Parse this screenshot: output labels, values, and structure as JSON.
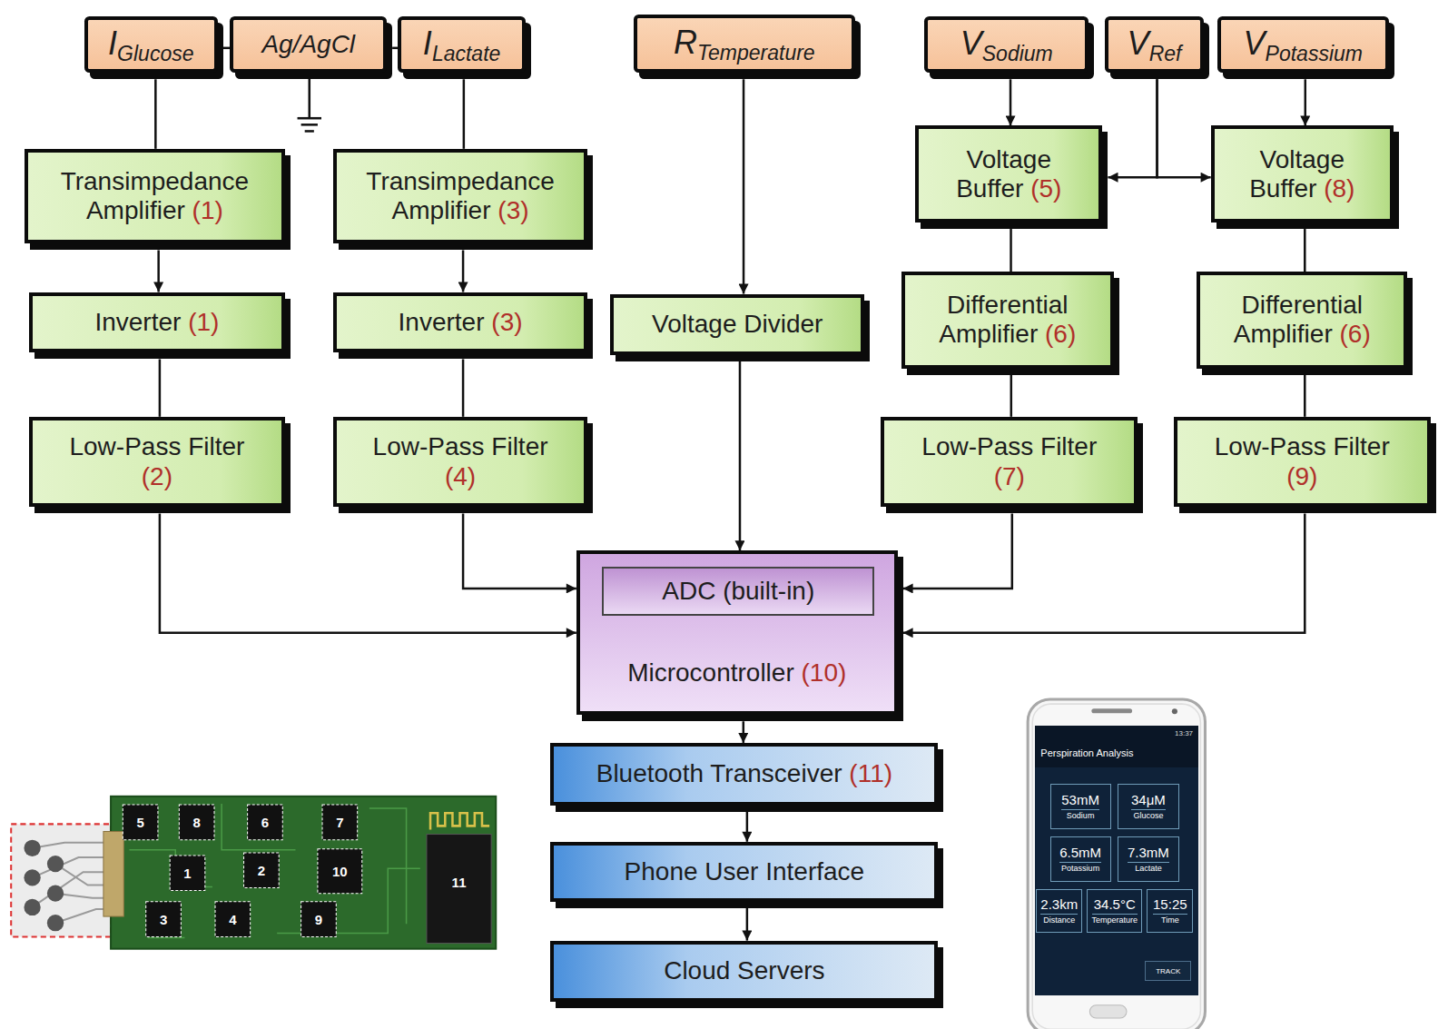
{
  "diagram": {
    "nodes": [
      {
        "text": [
          "I",
          "Glucose"
        ]
      },
      {
        "text": [
          "Ag/AgCl"
        ]
      },
      {
        "text": [
          "I",
          "Lactate"
        ]
      },
      {
        "text": [
          "R",
          "Temperature"
        ]
      },
      {
        "text": [
          "V",
          "Sodium"
        ]
      },
      {
        "text": [
          "V",
          "Ref"
        ]
      },
      {
        "text": [
          "V",
          "Potassium"
        ]
      },
      {
        "text": [
          "Transimpedance Amplifier",
          "(1)"
        ]
      },
      {
        "text": [
          "Transimpedance Amplifier",
          "(3)"
        ]
      },
      {
        "text": [
          "Voltage Buffer",
          "(5)"
        ]
      },
      {
        "text": [
          "Voltage Buffer",
          "(8)"
        ]
      },
      {
        "text": [
          "Inverter",
          "(1)"
        ]
      },
      {
        "text": [
          "Inverter",
          "(3)"
        ]
      },
      {
        "text": [
          "Voltage Divider"
        ]
      },
      {
        "text": [
          "Differential Amplifier",
          "(6)"
        ]
      },
      {
        "text": [
          "Differential Amplifier",
          "(6)"
        ]
      },
      {
        "text": [
          "Low-Pass Filter",
          "(2)"
        ]
      },
      {
        "text": [
          "Low-Pass Filter",
          "(4)"
        ]
      },
      {
        "text": [
          "Low-Pass Filter",
          "(7)"
        ]
      },
      {
        "text": [
          "Low-Pass Filter",
          "(9)"
        ]
      },
      {
        "text": [
          "Microcontroller",
          "(10)"
        ]
      },
      {
        "text": [
          "ADC (built-in)"
        ],
        "in": 20
      },
      {
        "text": [
          "Bluetooth Transceiver",
          "(11)"
        ]
      },
      {
        "text": [
          "Phone User Interface"
        ]
      },
      {
        "text": [
          "Cloud Servers"
        ]
      },
      {
        "text": [
          "Perspiration Analysis"
        ]
      },
      {
        "text": [
          "53mM",
          "Sodium"
        ],
        "in": 25
      },
      {
        "text": [
          "34μM",
          "Glucose"
        ],
        "in": 25
      },
      {
        "text": [
          "6.5mM",
          "Potassium"
        ],
        "in": 25
      },
      {
        "text": [
          "7.3mM",
          "Lactate"
        ],
        "in": 25
      },
      {
        "text": [
          "2.3km",
          "Distance"
        ],
        "in": 25
      },
      {
        "text": [
          "34.5°C",
          "Temperature"
        ],
        "in": 25
      },
      {
        "text": [
          "15:25",
          "Time"
        ],
        "in": 25
      },
      {
        "text": [
          "TRACK"
        ],
        "in": 25
      }
    ],
    "edges": [
      {
        "from": 1,
        "to": 0,
        "arrow": "none"
      },
      {
        "from": 1,
        "to": 2,
        "arrow": "none"
      },
      {
        "from": 0,
        "to": 7,
        "arrow": "none"
      },
      {
        "from": 7,
        "to": 11,
        "arrow": "to"
      },
      {
        "from": 11,
        "to": 16,
        "arrow": "none"
      },
      {
        "from": 16,
        "to": 20,
        "arrow": "to"
      },
      {
        "from": 2,
        "to": 8,
        "arrow": "none"
      },
      {
        "from": 8,
        "to": 12,
        "arrow": "to"
      },
      {
        "from": 12,
        "to": 17,
        "arrow": "none"
      },
      {
        "from": 17,
        "to": 20,
        "arrow": "to"
      },
      {
        "from": 3,
        "to": 13,
        "arrow": "to"
      },
      {
        "from": 13,
        "to": 20,
        "arrow": "to"
      },
      {
        "from": 4,
        "to": 9,
        "arrow": "to"
      },
      {
        "from": 5,
        "to": 9,
        "arrow": "to"
      },
      {
        "from": 5,
        "to": 10,
        "arrow": "to"
      },
      {
        "from": 6,
        "to": 10,
        "arrow": "to"
      },
      {
        "from": 9,
        "to": 14,
        "arrow": "none"
      },
      {
        "from": 10,
        "to": 15,
        "arrow": "none"
      },
      {
        "from": 14,
        "to": 18,
        "arrow": "none"
      },
      {
        "from": 15,
        "to": 19,
        "arrow": "none"
      },
      {
        "from": 18,
        "to": 20,
        "arrow": "to"
      },
      {
        "from": 19,
        "to": 20,
        "arrow": "to"
      },
      {
        "from": 20,
        "to": 22,
        "arrow": "to"
      },
      {
        "from": 22,
        "to": 23,
        "arrow": "to"
      },
      {
        "from": 23,
        "to": 24,
        "arrow": "to"
      }
    ],
    "labels": [
      "5",
      "8",
      "6",
      "7",
      "1",
      "2",
      "10",
      "3",
      "4",
      "9",
      "11",
      "13:37"
    ]
  }
}
